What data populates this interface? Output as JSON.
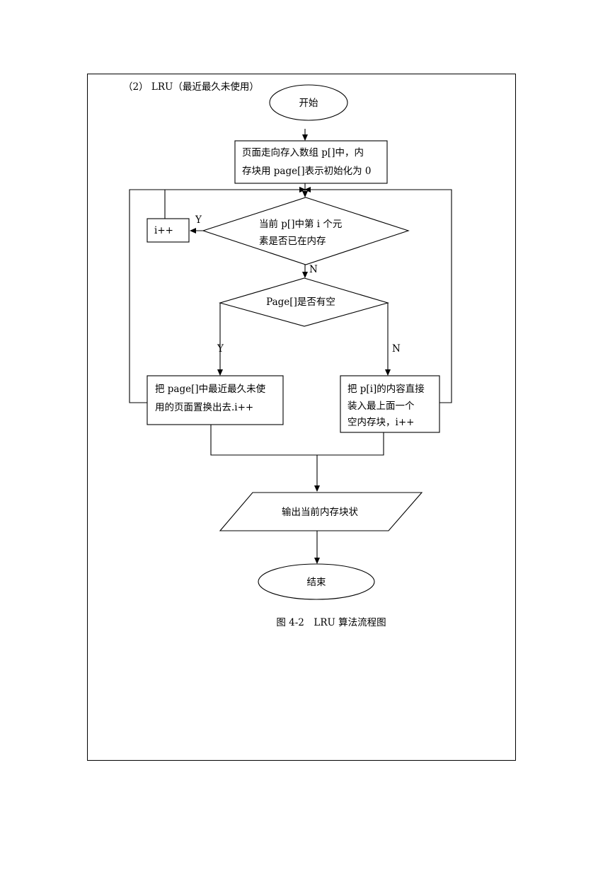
{
  "heading": "（2） LRU（最近最久未使用）",
  "caption": "图 4-2　LRU 算法流程图",
  "nodes": {
    "start": "开始",
    "init": [
      "页面走向存入数组 p[]中，内",
      "存块用 page[]表示初始化为 0"
    ],
    "check_in_memory": [
      "当前 p[]中第 i 个元",
      "素是否已在内存"
    ],
    "increment": "i++",
    "check_page_empty": "Page[]是否有空",
    "replace": [
      "把 page[]中最近最久未使",
      "用的页面置换出去.i++"
    ],
    "load": [
      "把 p[i]的内容直接",
      "装入最上面一个",
      "空内存块，i++"
    ],
    "output": "输出当前内存块状",
    "end": "结束"
  },
  "edge_labels": {
    "in_memory_yes": "Y",
    "in_memory_no": "N",
    "empty_yes": "Y",
    "empty_no": "N"
  }
}
